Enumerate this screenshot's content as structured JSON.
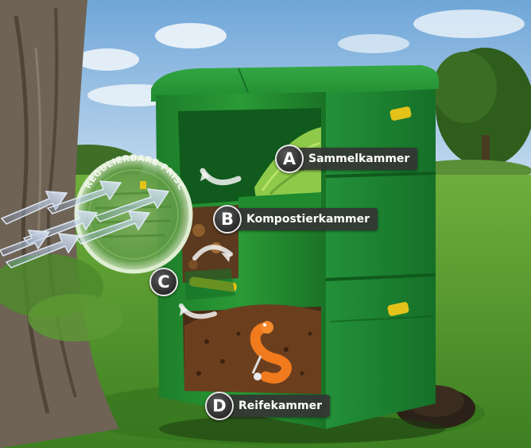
{
  "vent_ring_text": "REGULIERBARE FRISCHLUFTZUFUHR",
  "chambers": [
    {
      "letter": "A",
      "name": "Sammelkammer"
    },
    {
      "letter": "B",
      "name": "Kompostierkammer"
    },
    {
      "letter": "C",
      "name": ""
    },
    {
      "letter": "D",
      "name": "Reifekammer"
    }
  ],
  "colors": {
    "bin_green": "#1f8a2e",
    "bin_dark": "#146b22",
    "latch_yellow": "#e3c21a",
    "sky": "#9cc3e6",
    "grass": "#4f9a2c"
  }
}
